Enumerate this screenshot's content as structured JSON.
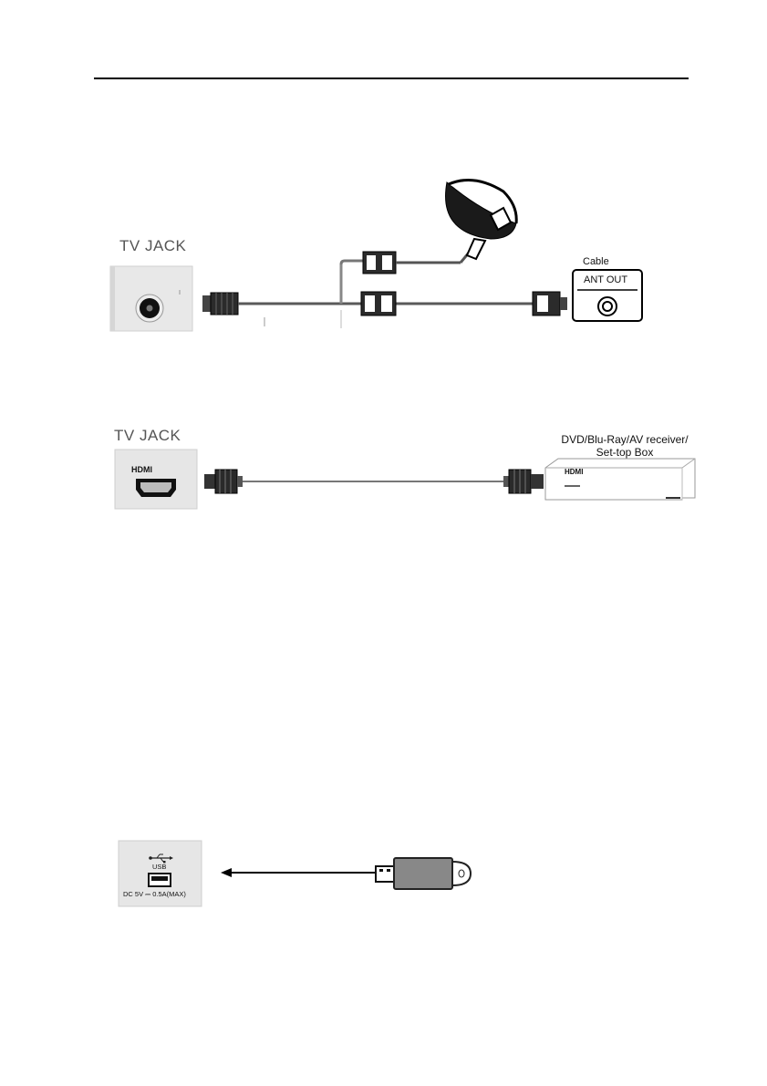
{
  "figure1": {
    "tv_jack_label": "TV JACK",
    "cable_label": "Cable",
    "ant_out_label": "ANT OUT"
  },
  "figure2": {
    "tv_jack_label": "TV JACK",
    "hdmi_port_label": "HDMI",
    "device_label_line1": "DVD/Blu-Ray/AV receiver/",
    "device_label_line2": "Set-top Box",
    "device_hdmi_label": "HDMI"
  },
  "figure3": {
    "usb_label": "USB",
    "power_label": "DC 5V ⎓ 0.5A(MAX)"
  },
  "colors": {
    "panel": "#e6e6e6",
    "cable": "#555555",
    "connector": "#222222"
  },
  "icons": [
    "satellite-dish-icon",
    "coax-connector-icon",
    "hdmi-port-icon",
    "hdmi-connector-icon",
    "usb-symbol-icon",
    "usb-drive-icon"
  ]
}
